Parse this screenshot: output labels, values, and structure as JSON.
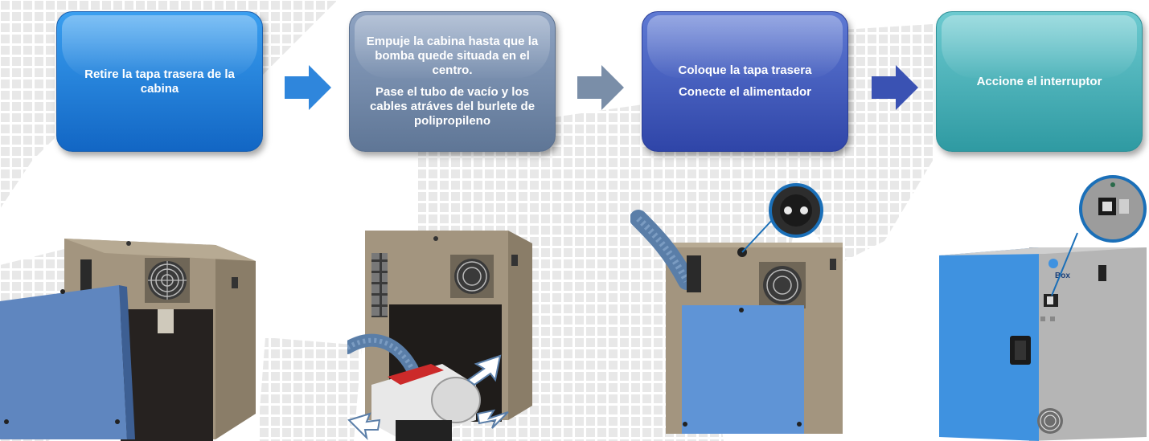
{
  "steps": [
    {
      "lines": [
        "Retire la tapa trasera de la cabina"
      ],
      "color": "#1f7ddc"
    },
    {
      "lines": [
        "Empuje la cabina hasta que la bomba quede situada en el centro.",
        "Pase el tubo de vacío y los cables atráves del burlete de polipropileno"
      ],
      "color": "#74899f"
    },
    {
      "lines": [
        "Coloque la tapa trasera",
        "Conecte el alimentador"
      ],
      "color": "#3e56bb"
    },
    {
      "lines": [
        "Accione el interruptor"
      ],
      "color": "#43b0b8"
    }
  ],
  "arrows": [
    {
      "color": "#2f86dc"
    },
    {
      "color": "#7a8ea8"
    },
    {
      "color": "#3a52b3"
    }
  ],
  "photos": [
    {
      "subject": "cabinet-with-back-panel-removed"
    },
    {
      "subject": "vacuum-pump-inside-cabinet"
    },
    {
      "subject": "cabinet-back-panel-with-power-connector"
    },
    {
      "subject": "cabinet-front-with-power-switch"
    }
  ],
  "product": {
    "logo_text": "Box"
  }
}
